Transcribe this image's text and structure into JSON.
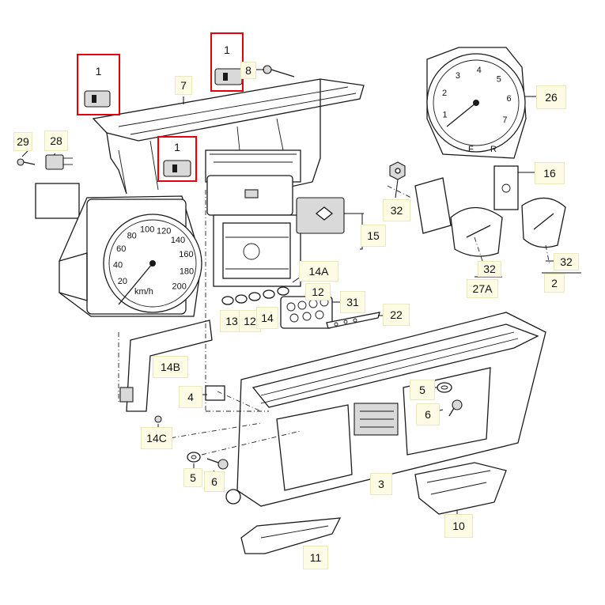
{
  "callouts": {
    "c1a": "1",
    "c1b": "1",
    "c1c": "1",
    "c2": "2",
    "c3": "3",
    "c4": "4",
    "c5a": "5",
    "c5b": "5",
    "c6a": "6",
    "c6b": "6",
    "c7": "7",
    "c8": "8",
    "c10": "10",
    "c11": "11",
    "c12a": "12",
    "c12b": "12",
    "c13": "13",
    "c14": "14",
    "c14a": "14A",
    "c14b": "14B",
    "c14c": "14C",
    "c15": "15",
    "c16": "16",
    "c22": "22",
    "c26": "26",
    "c27a": "27A",
    "c28": "28",
    "c29": "29",
    "c31": "31",
    "c32a": "32",
    "c32b": "32",
    "c32c": "32"
  },
  "speedometer": {
    "marks": [
      "20",
      "40",
      "60",
      "80",
      "100",
      "120",
      "140",
      "160",
      "180",
      "200"
    ],
    "unit": "km/h"
  },
  "tachometer": {
    "marks": [
      "1",
      "2",
      "3",
      "4",
      "5",
      "6",
      "7"
    ],
    "gauge_letters": [
      "F",
      "R"
    ]
  },
  "colors": {
    "highlight": "#e3000b",
    "callout_bg": "#fdfbe3",
    "line": "#1a1a1a"
  }
}
